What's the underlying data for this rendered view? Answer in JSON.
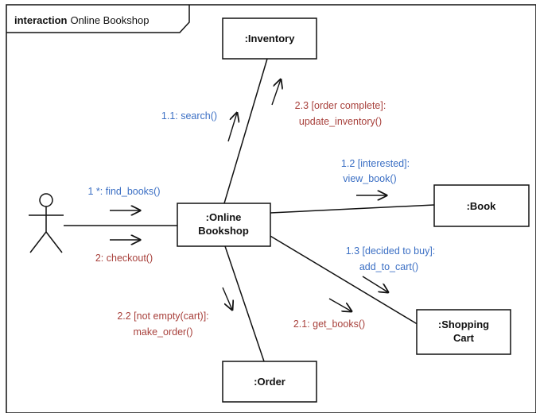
{
  "frame": {
    "keyword": "interaction",
    "name": "Online Bookshop"
  },
  "objects": {
    "inventory": ":Inventory",
    "bookshop": [
      ":Online",
      "Bookshop"
    ],
    "book": ":Book",
    "cart": [
      ":Shopping",
      "Cart"
    ],
    "order": ":Order"
  },
  "messages": {
    "m1": "1 *: find_books()",
    "m2": "2: checkout()",
    "m11": "1.1: search()",
    "m23": [
      "2.3 [order complete]:",
      "update_inventory()"
    ],
    "m12": [
      "1.2 [interested]:",
      "view_book()"
    ],
    "m13": [
      "1.3 [decided to buy]:",
      "add_to_cart()"
    ],
    "m22": [
      "2.2 [not empty(cart)]:",
      "make_order()"
    ],
    "m21": "2.1: get_books()"
  },
  "colors": {
    "blue": "#3b6fc4",
    "red": "#a8413c",
    "line": "#111111"
  }
}
